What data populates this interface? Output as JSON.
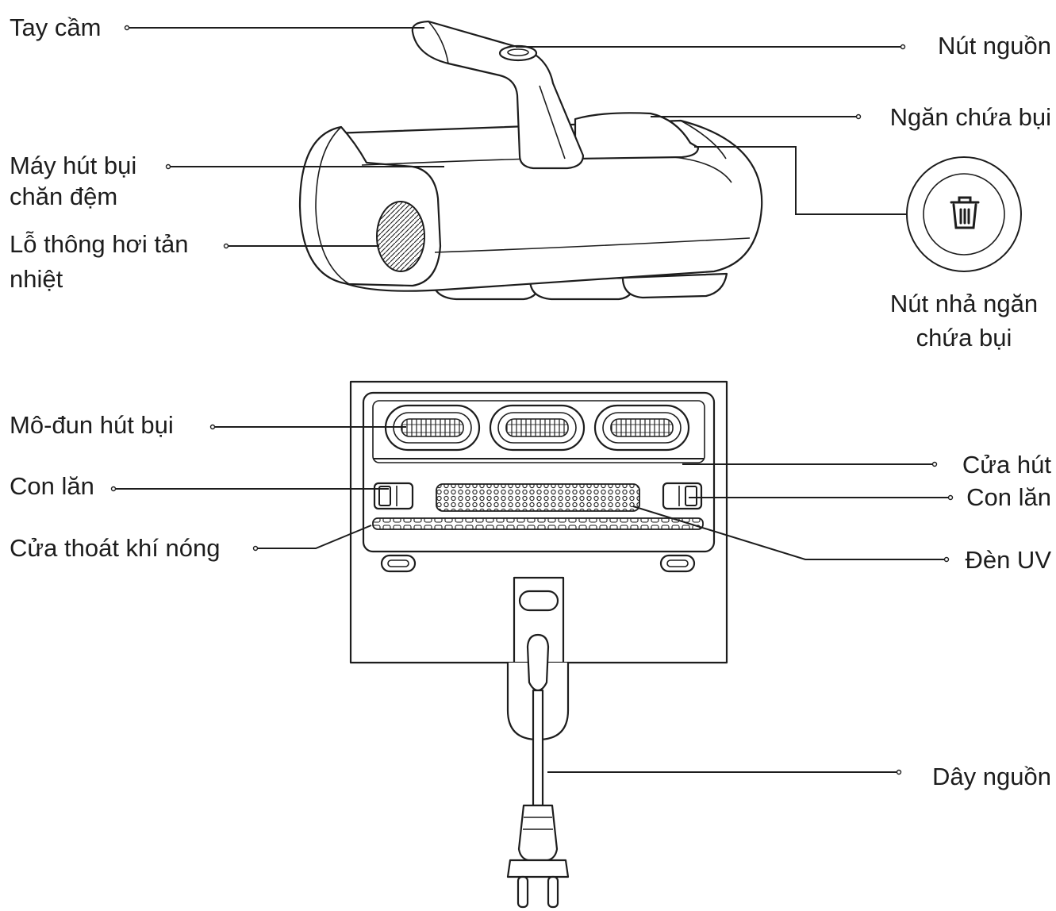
{
  "labels": {
    "handle": "Tay cầm",
    "power_button": "Nút nguồn",
    "dust_container": "Ngăn chứa bụi",
    "vacuum_body_line1": "Máy hút bụi",
    "vacuum_body_line2": "chăn đệm",
    "heat_vent_line1": "Lỗ thông hơi tản",
    "heat_vent_line2": "nhiệt",
    "release_button_line1": "Nút nhả ngăn",
    "release_button_line2": "chứa bụi",
    "suction_module": "Mô-đun hút bụi",
    "roller_left": "Con lăn",
    "suction_inlet": "Cửa hút",
    "roller_right": "Con lăn",
    "hot_air_outlet": "Cửa thoát khí nóng",
    "uv_lamp": "Đèn UV",
    "power_cord": "Dây nguồn"
  },
  "icons": {
    "release_button": "trash-icon"
  }
}
